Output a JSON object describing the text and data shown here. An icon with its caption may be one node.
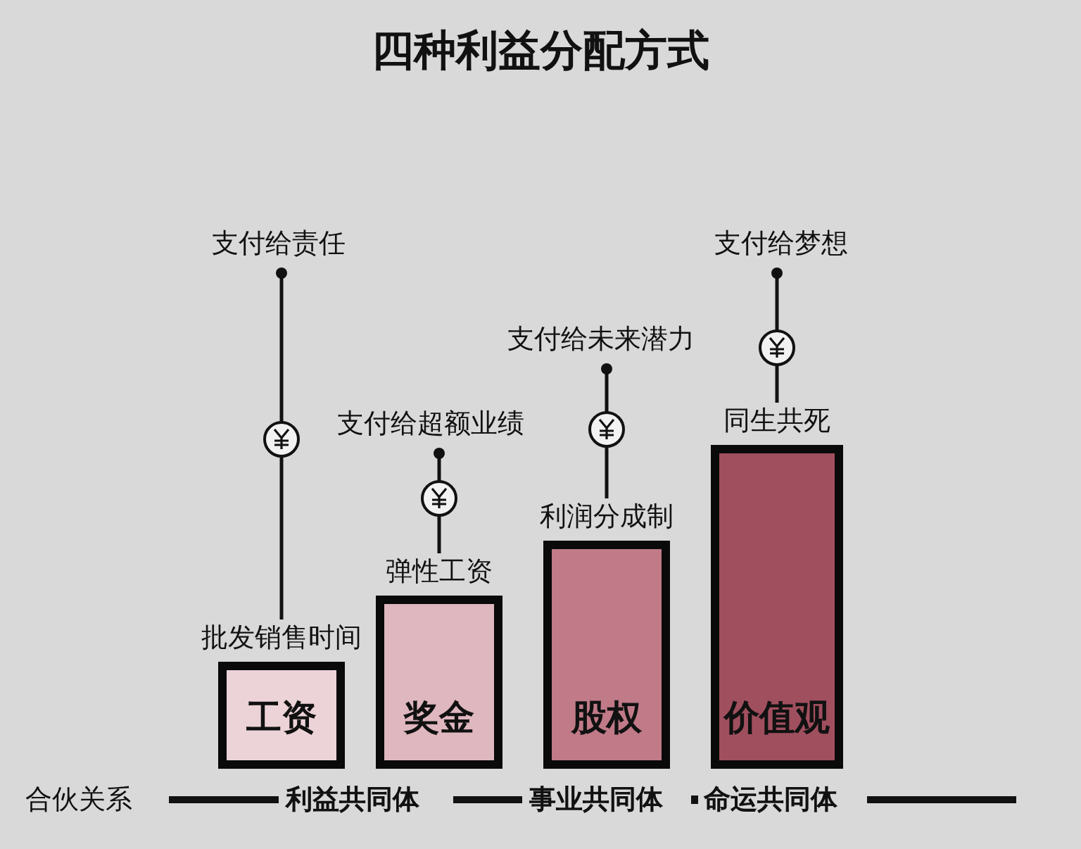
{
  "diagram": {
    "title": "四种利益分配方式",
    "nodes": [
      {
        "text": [
          "支付给责任"
        ]
      },
      {
        "text": [
          "支付给超额业绩"
        ]
      },
      {
        "text": [
          "支付给未来潜力"
        ]
      },
      {
        "text": [
          "支付给梦想"
        ]
      },
      {
        "text": [
          "工资"
        ],
        "beside": [
          "批发销售时间"
        ]
      },
      {
        "text": [
          "奖金"
        ],
        "beside": [
          "弹性工资"
        ]
      },
      {
        "text": [
          "股权"
        ],
        "beside": [
          "利润分成制"
        ]
      },
      {
        "text": [
          "价值观"
        ],
        "beside": [
          "同生共死"
        ]
      }
    ],
    "edges": [
      {
        "from": 0,
        "to": 4,
        "arrow": "other"
      },
      {
        "from": 1,
        "to": 5,
        "arrow": "other"
      },
      {
        "from": 2,
        "to": 6,
        "arrow": "other"
      },
      {
        "from": 3,
        "to": 7,
        "arrow": "other"
      }
    ],
    "labels": [
      "合伙关系",
      "利益共同体",
      "事业共同体",
      "命运共同体"
    ]
  }
}
